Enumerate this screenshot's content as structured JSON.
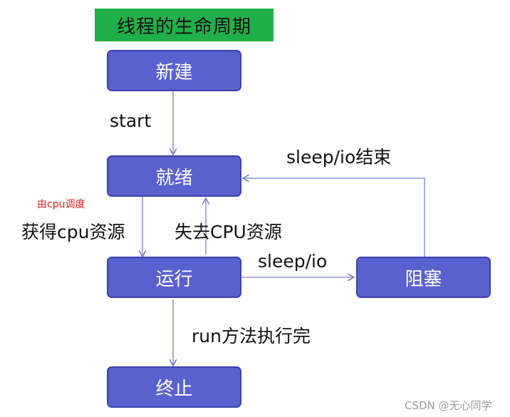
{
  "title": "线程的生命周期",
  "nodes": {
    "new": "新建",
    "ready": "就绪",
    "running": "运行",
    "blocked": "阻塞",
    "terminated": "终止"
  },
  "edges": {
    "start": "start",
    "sleep_io_end": "sleep/io结束",
    "get_cpu": "获得cpu资源",
    "lose_cpu": "失去CPU资源",
    "sleep_io": "sleep/io",
    "run_done": "run方法执行完"
  },
  "annotation": "由cpu调度",
  "watermark": "CSDN @无心同学"
}
